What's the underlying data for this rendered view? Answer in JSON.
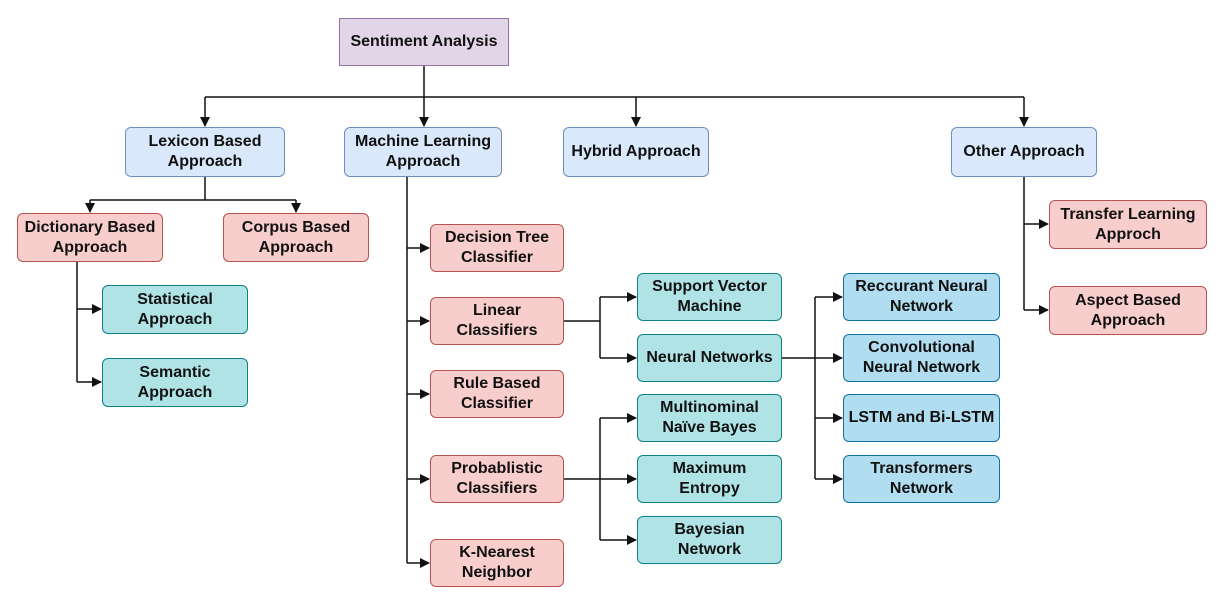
{
  "diagram": {
    "root": "Sentiment Analysis",
    "lexicon": "Lexicon Based\nApproach",
    "ml": "Machine Learning\nApproach",
    "hybrid": "Hybrid Approach",
    "other": "Other Approach",
    "dictionary": "Dictionary Based\nApproach",
    "corpus": "Corpus Based\nApproach",
    "statistical": "Statistical\nApproach",
    "semantic": "Semantic\nApproach",
    "decision_tree": "Decision Tree\nClassifier",
    "linear": "Linear\nClassifiers",
    "rule_based": "Rule Based\nClassifier",
    "probabilistic": "Probablistic\nClassifiers",
    "knn": "K-Nearest\nNeighbor",
    "svm": "Support Vector\nMachine",
    "neural": "Neural Networks",
    "mnb": "Multinominal\nNaïve Bayes",
    "maxent": "Maximum\nEntropy",
    "bayesian": "Bayesian\nNetwork",
    "rnn": "Reccurant Neural\nNetwork",
    "cnn": "Convolutional\nNeural Network",
    "lstm": "LSTM and Bi-LSTM",
    "transformers": "Transformers\nNetwork",
    "transfer": "Transfer Learning\nApproch",
    "aspect": "Aspect Based\nApproach"
  },
  "colors": {
    "line": "#111111"
  }
}
